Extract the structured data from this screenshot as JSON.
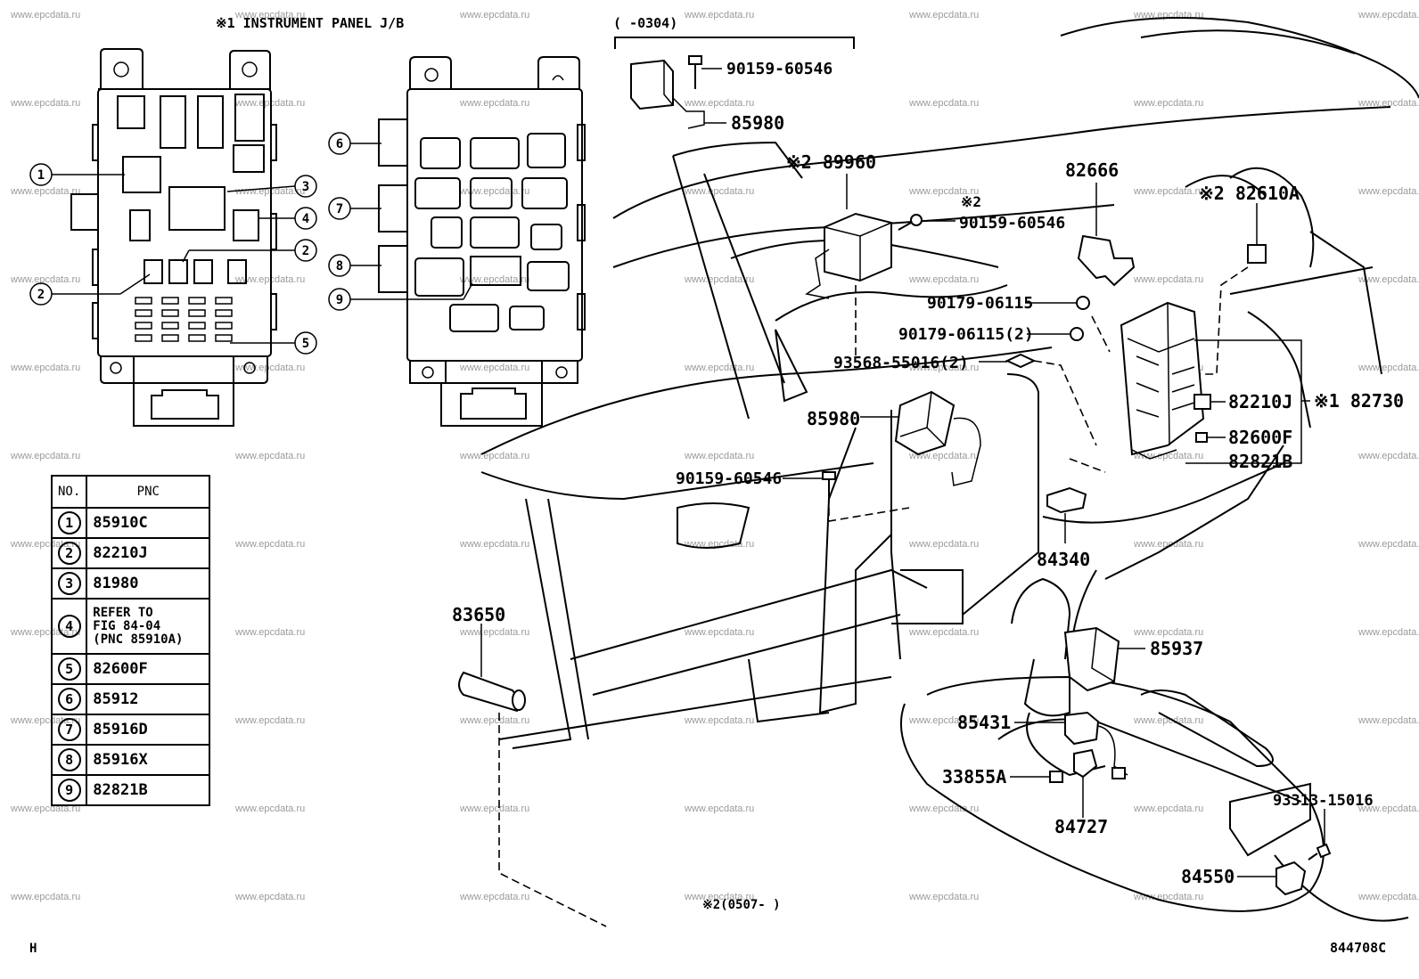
{
  "header": {
    "title": "※1  INSTRUMENT PANEL J/B",
    "version_note_top": "(      -0304)",
    "version_note_bottom": "※2(0507-       )"
  },
  "table": {
    "col_no": "NO.",
    "col_pnc": "PNC",
    "rows": [
      {
        "no": "1",
        "pnc": "85910C"
      },
      {
        "no": "2",
        "pnc": "82210J"
      },
      {
        "no": "3",
        "pnc": "81980"
      },
      {
        "no": "4",
        "pnc_lines": [
          "REFER TO",
          "FIG 84-04",
          "(PNC 85910A)"
        ]
      },
      {
        "no": "5",
        "pnc": "82600F"
      },
      {
        "no": "6",
        "pnc": "85912"
      },
      {
        "no": "7",
        "pnc": "85916D"
      },
      {
        "no": "8",
        "pnc": "85916X"
      },
      {
        "no": "9",
        "pnc": "82821B"
      }
    ]
  },
  "callouts": {
    "c1": "1",
    "c2": "2",
    "c3": "3",
    "c4": "4",
    "c5": "5",
    "c6": "6",
    "c7": "7",
    "c8": "8",
    "c9": "9"
  },
  "labels": {
    "p90159_top": "90159-60546",
    "p85980_top": "85980",
    "p89960": "※2 89960",
    "star2": "※2",
    "p90159_mid": "90159-60546",
    "p82666": "82666",
    "p82610A": "※2 82610A",
    "p90179_a": "90179-06115",
    "p90179_b": "90179-06115(2)",
    "p93568": "93568-55016(2)",
    "p82210J": "82210J",
    "p82730": "※1 82730",
    "p85980_mid": "85980",
    "p82600F": "82600F",
    "p82821B": "82821B",
    "p90159_low": "90159-60546",
    "p84340": "84340",
    "p83650": "83650",
    "p85937": "85937",
    "p85431": "85431",
    "p33855A": "33855A",
    "p84727": "84727",
    "p93313": "93313-15016",
    "p84550": "84550"
  },
  "footer": {
    "left_code": "H",
    "right_code": "844708C"
  },
  "watermark": "www.epcdata.ru"
}
